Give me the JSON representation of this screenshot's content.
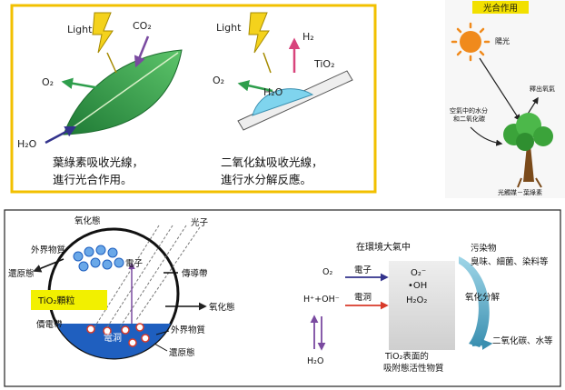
{
  "top_left": {
    "leaf": {
      "light": "Light",
      "co2": "CO₂",
      "o2": "O₂",
      "h2o": "H₂O",
      "caption_line1": "葉綠素吸收光線，",
      "caption_line2": "進行光合作用。"
    },
    "tio2": {
      "light": "Light",
      "h2": "H₂",
      "tio2": "TiO₂",
      "o2": "O₂",
      "h2o": "H₂O",
      "caption_line1": "二氧化鈦吸收光線，",
      "caption_line2": "進行水分解反應。"
    }
  },
  "photosynthesis": {
    "title": "光合作用",
    "sunlight": "陽光",
    "air_input_line1": "空氣中的水分",
    "air_input_line2": "和二氧化碳",
    "release_oxygen": "釋出氧氣",
    "plant_label": "光觸媒－葉綠素"
  },
  "mechanism": {
    "photon": "光子",
    "oxidized_state_top": "氧化態",
    "external_substance_top": "外界物質",
    "reduced_state_top": "還原態",
    "electron": "電子",
    "conduction_band": "傳導帶",
    "particle": "TiO₂顆粒",
    "oxidized_state_right": "氧化態",
    "valence_band": "價電帶",
    "hole": "電洞",
    "external_substance_bottom": "外界物質",
    "reduced_state_bottom": "還原態"
  },
  "reaction": {
    "environment": "在環境大氣中",
    "o2": "O₂",
    "electron": "電子",
    "box_o2": "O₂⁻",
    "box_oh": "•OH",
    "box_h2o2": "H₂O₂",
    "h_oh": "H⁺+OH⁻",
    "hole": "電洞",
    "h2o": "H₂O",
    "box_caption_line1": "TiO₂表面的",
    "box_caption_line2": "吸附態活性物質",
    "pollutants": "污染物",
    "pollutant_list": "臭味、細菌、染料等",
    "oxidative_decomposition": "氧化分解",
    "products": "二氧化碳、水等"
  },
  "colors": {
    "panel_border": "#f2c000",
    "leaf_green": "#2f9a45",
    "lightning_yellow": "#f4d21c",
    "tio2_blue": "#7fd4ee",
    "reaction_box_gray": "#d6d6d6",
    "particle_yellow": "#f2f000",
    "arrow_red": "#d83a2a",
    "arrow_blue": "#33338c",
    "arrow_green": "#2e9e4c",
    "arrow_pink": "#d8447c",
    "sun_orange": "#f08a1c"
  }
}
